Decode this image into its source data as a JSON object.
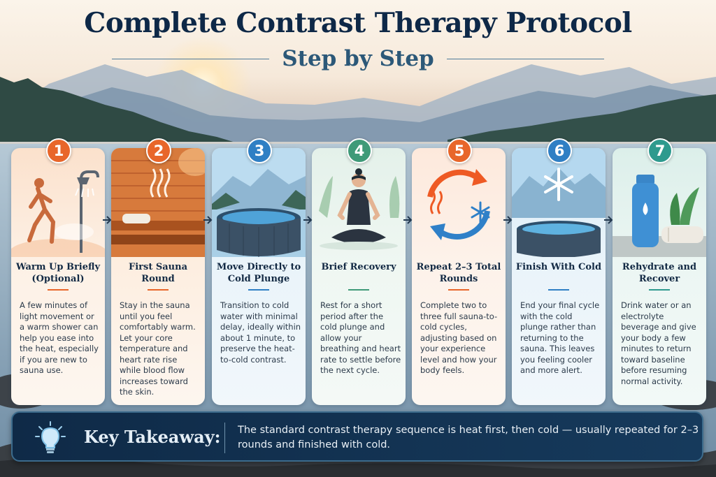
{
  "header": {
    "title": "Complete Contrast Therapy Protocol",
    "subtitle": "Step by Step"
  },
  "steps": [
    {
      "number": "1",
      "title": "Warm Up Briefly (Optional)",
      "description": "A few minutes of light movement or a warm shower can help you ease into the heat, especially if you are new to sauna use.",
      "color": "#e8662a"
    },
    {
      "number": "2",
      "title": "First Sauna Round",
      "description": "Stay in the sauna until you feel comfortably warm. Let your core temperature and heart rate rise while blood flow increases toward the skin.",
      "color": "#e8662a"
    },
    {
      "number": "3",
      "title": "Move Directly to Cold Plunge",
      "description": "Transition to cold water with minimal delay, ideally within about 1 minute, to preserve the heat-to-cold contrast.",
      "color": "#2f7fc4"
    },
    {
      "number": "4",
      "title": "Brief Recovery",
      "description": "Rest for a short period after the cold plunge and allow your breathing and heart rate to settle before the next cycle.",
      "color": "#3f9a78"
    },
    {
      "number": "5",
      "title": "Repeat 2–3 Total Rounds",
      "description": "Complete two to three full sauna-to-cold cycles, adjusting based on your experience level and how your body feels.",
      "color": "#e8662a"
    },
    {
      "number": "6",
      "title": "Finish With Cold",
      "description": "End your final cycle with the cold plunge rather than returning to the sauna. This leaves you feeling cooler and more alert.",
      "color": "#2f7fc4"
    },
    {
      "number": "7",
      "title": "Rehydrate and Recover",
      "description": "Drink water or an electrolyte beverage and give your body a few minutes to return toward baseline before resuming normal activity.",
      "color": "#2e9a8e"
    }
  ],
  "takeaway": {
    "label": "Key Takeaway:",
    "text": "The standard contrast therapy sequence is heat first, then cold — usually repeated for 2–3 rounds and finished with cold."
  }
}
